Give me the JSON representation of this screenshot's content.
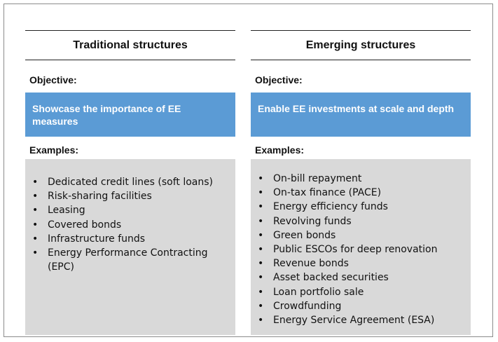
{
  "columns": [
    {
      "heading": "Traditional structures",
      "objective_label": "Objective:",
      "objective_text": "Showcase the importance of EE measures",
      "examples_label": "Examples:",
      "examples": [
        "Dedicated credit lines (soft loans)",
        "Risk-sharing facilities",
        "Leasing",
        "Covered bonds",
        "Infrastructure funds",
        "Energy Performance Contracting (EPC)"
      ]
    },
    {
      "heading": "Emerging structures",
      "objective_label": "Objective:",
      "objective_text": "Enable EE investments at scale and depth",
      "examples_label": "Examples:",
      "examples": [
        "On-bill repayment",
        "On-tax finance (PACE)",
        "Energy efficiency funds",
        "Revolving funds",
        "Green bonds",
        "Public ESCOs for deep renovation",
        "Revenue bonds",
        "Asset backed securities",
        "Loan portfolio sale",
        "Crowdfunding",
        "Energy Service Agreement (ESA)"
      ]
    }
  ],
  "colors": {
    "objective_box": "#5b9bd5",
    "examples_box": "#d9d9d9",
    "frame_border": "#8c8c8c"
  }
}
